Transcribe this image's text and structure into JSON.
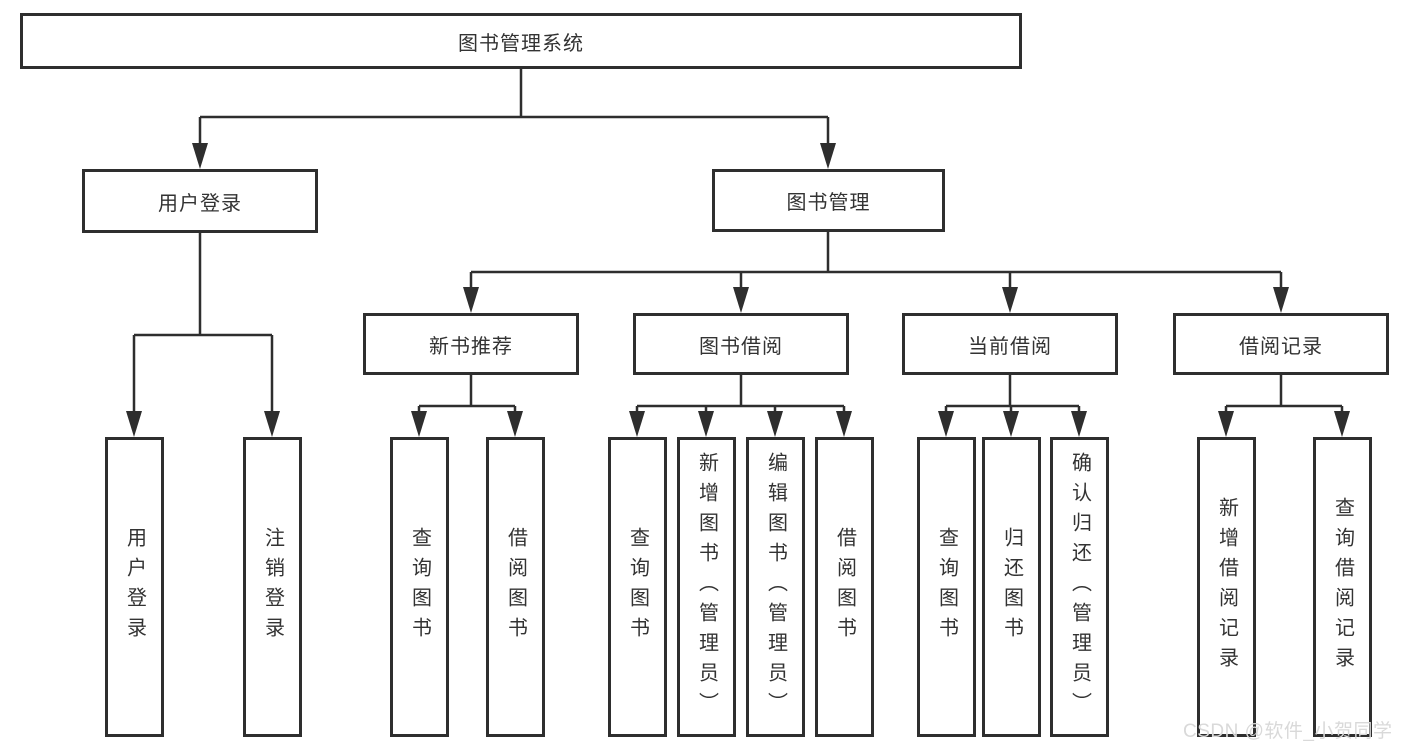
{
  "colors": {
    "line": "#2e2e2e",
    "border": "#2e2e2e",
    "text": "#333333",
    "background": "#ffffff",
    "watermark": "#d9d9d9"
  },
  "watermark": {
    "text": "CSDN @软件_小贺同学"
  },
  "tree": {
    "root": {
      "label": "图书管理系统"
    },
    "user_login": {
      "label": "用户登录",
      "children": {
        "login": "用户登录",
        "logout": "注销登录"
      }
    },
    "book_management": {
      "label": "图书管理",
      "new_book_recommend": {
        "label": "新书推荐",
        "children": {
          "query_books": "查询图书",
          "borrow_books": "借阅图书"
        }
      },
      "book_borrowing": {
        "label": "图书借阅",
        "children": {
          "query_books": "查询图书",
          "add_books_admin": "新增图书（管理员）",
          "edit_books_admin": "编辑图书（管理员）",
          "borrow_books": "借阅图书"
        }
      },
      "current_borrowing": {
        "label": "当前借阅",
        "children": {
          "query_books": "查询图书",
          "return_books": "归还图书",
          "confirm_return_admin": "确认归还（管理员）"
        }
      },
      "borrow_records": {
        "label": "借阅记录",
        "children": {
          "add_record": "新增借阅记录",
          "query_record": "查询借阅记录"
        }
      }
    }
  }
}
